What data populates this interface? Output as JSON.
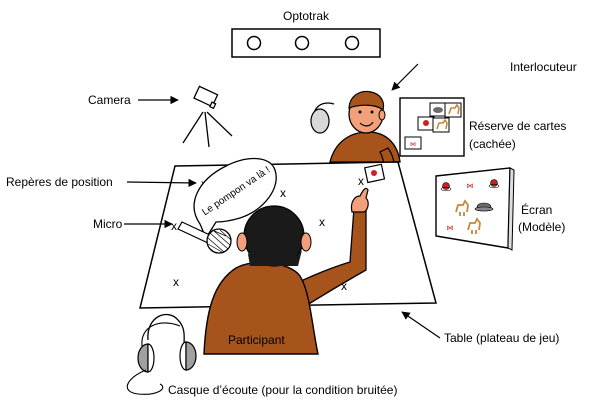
{
  "labels": {
    "optotrak": "Optotrak",
    "camera": "Camera",
    "interlocuteur": "Interlocuteur",
    "reserve_line1": "Réserve de cartes",
    "reserve_line2": "(cachée)",
    "reperes": "Repères de position",
    "micro": "Micro",
    "ecran_line1": "Écran",
    "ecran_line2": "(Modèle)",
    "participant": "Participant",
    "table": "Table (plateau de jeu)",
    "casque": "Casque d’écoute (pour la condition bruitée)"
  },
  "speech_bubble": "Le pompon va là !",
  "position_marker": "x",
  "colors": {
    "person": "#a6531c",
    "person_dark": "#8a4214",
    "skin": "#f2a07a",
    "hair": "#1a1a1a",
    "line": "#000000"
  }
}
